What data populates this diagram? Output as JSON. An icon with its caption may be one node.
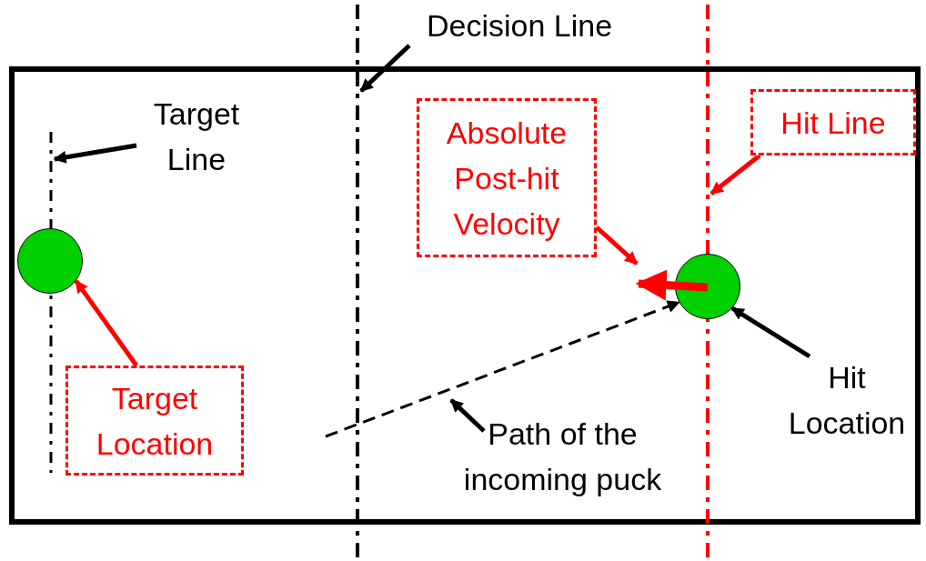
{
  "diagram": {
    "nodes": [
      {
        "text": [
          "Decision Line"
        ]
      },
      {
        "text": [],
        "shape": "line"
      },
      {
        "text": [
          "Target Line"
        ]
      },
      {
        "text": [],
        "shape": "line"
      },
      {
        "text": [],
        "shape": "circle"
      },
      {
        "text": [
          "Target Location"
        ]
      },
      {
        "text": [
          "Absolute Post-hit Velocity"
        ]
      },
      {
        "text": [
          "Hit Line"
        ]
      },
      {
        "text": [],
        "shape": "line"
      },
      {
        "text": [],
        "shape": "circle"
      },
      {
        "text": [
          "Hit Location"
        ]
      },
      {
        "text": [
          "Path of the incoming puck"
        ]
      }
    ],
    "edges": [
      {
        "from": 0,
        "to": 3,
        "arrow": "to"
      },
      {
        "from": 2,
        "to": 1,
        "arrow": "to"
      },
      {
        "from": 5,
        "to": 4,
        "arrow": "to",
        "color": "#ff0000"
      },
      {
        "from": 6,
        "to": null,
        "arrow": "to",
        "color": "#ff0000"
      },
      {
        "from": 7,
        "to": 8,
        "arrow": "to",
        "color": "#ff0000"
      },
      {
        "from": 10,
        "to": 9,
        "arrow": "to"
      },
      {
        "from": 11,
        "to": null,
        "arrow": "to"
      },
      {
        "from": null,
        "to": 9,
        "arrow": "to",
        "style": "dashed"
      },
      {
        "from": 9,
        "to": null,
        "arrow": "to",
        "style": "thick",
        "color": "#ff0000"
      }
    ]
  }
}
